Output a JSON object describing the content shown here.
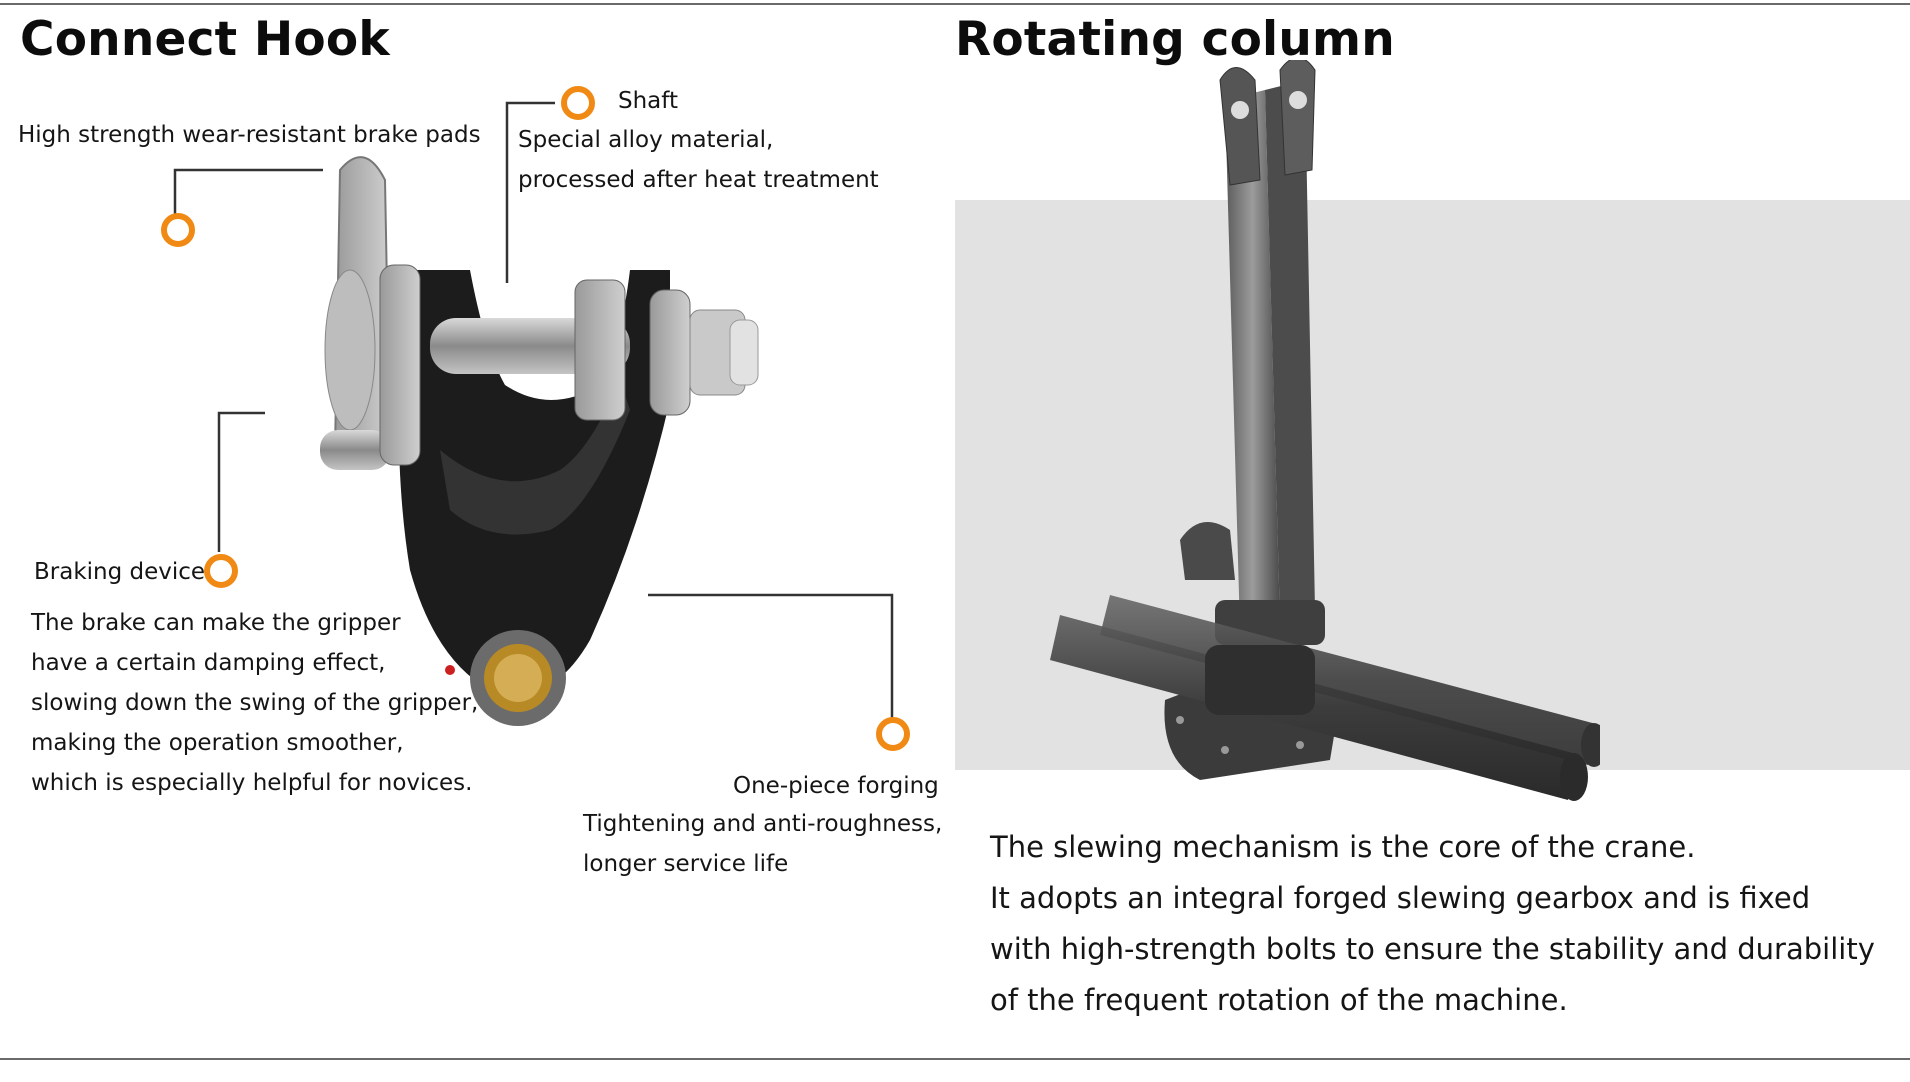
{
  "left": {
    "title": "Connect Hook",
    "callouts": {
      "brake_pads": "High strength wear-resistant brake pads",
      "shaft_title": "Shaft",
      "shaft_desc": [
        "Special alloy material,",
        "processed after heat treatment"
      ],
      "braking_title": "Braking device",
      "braking_desc": [
        "The brake can make the gripper",
        " have a certain damping effect,",
        "slowing down the swing of the gripper,",
        "making the operation smoother,",
        "which is especially helpful for novices."
      ],
      "forging_title": "One-piece forging",
      "forging_desc": [
        "Tightening and anti-roughness,",
        " longer service life"
      ]
    }
  },
  "right": {
    "title": "Rotating column",
    "description": [
      "The slewing mechanism is the core of the crane.",
      "It adopts an integral forged slewing gearbox and is fixed",
      "with high-strength bolts to ensure the stability and durability",
      "of the frequent rotation of the machine."
    ]
  },
  "colors": {
    "callout_ring": "#f08a14",
    "leader_line": "#333333",
    "photo_background": "#e2e2e2"
  }
}
